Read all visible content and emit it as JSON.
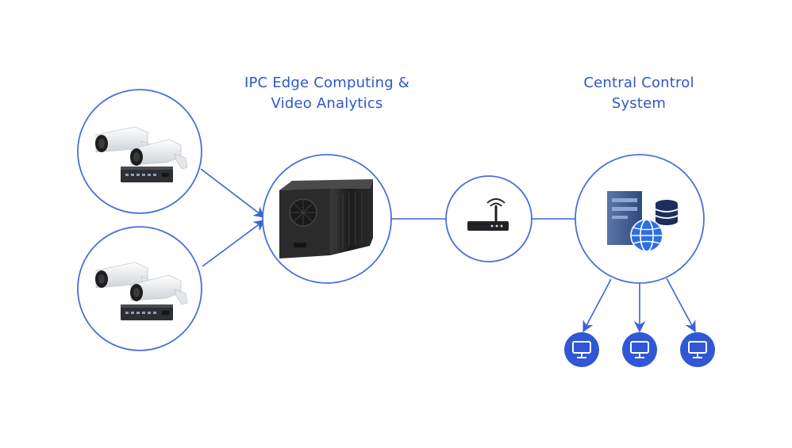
{
  "labels": {
    "edge": {
      "line1": "IPC Edge Computing &",
      "line2": "Video Analytics"
    },
    "central": {
      "line1": "Central Control",
      "line2": "System"
    }
  },
  "colors": {
    "accent": "#3b63d6",
    "circle_stroke": "#4a6fd8",
    "monitor_fill": "#2f57d6",
    "label_text": "#2f57c9"
  },
  "nodes": [
    {
      "name": "camera-group-1",
      "icon": "cctv-cameras-with-switch"
    },
    {
      "name": "camera-group-2",
      "icon": "cctv-cameras-with-switch"
    },
    {
      "name": "edge-computer",
      "icon": "industrial-pc"
    },
    {
      "name": "router",
      "icon": "wireless-router"
    },
    {
      "name": "central-server",
      "icon": "server-database-globe"
    },
    {
      "name": "monitor-1",
      "icon": "monitor-icon"
    },
    {
      "name": "monitor-2",
      "icon": "monitor-icon"
    },
    {
      "name": "monitor-3",
      "icon": "monitor-icon"
    }
  ],
  "edges": [
    {
      "from": "camera-group-1",
      "to": "edge-computer",
      "arrow": true
    },
    {
      "from": "camera-group-2",
      "to": "edge-computer",
      "arrow": true
    },
    {
      "from": "edge-computer",
      "to": "router",
      "arrow": false
    },
    {
      "from": "router",
      "to": "central-server",
      "arrow": false
    },
    {
      "from": "central-server",
      "to": "monitor-1",
      "arrow": true
    },
    {
      "from": "central-server",
      "to": "monitor-2",
      "arrow": true
    },
    {
      "from": "central-server",
      "to": "monitor-3",
      "arrow": true
    }
  ]
}
